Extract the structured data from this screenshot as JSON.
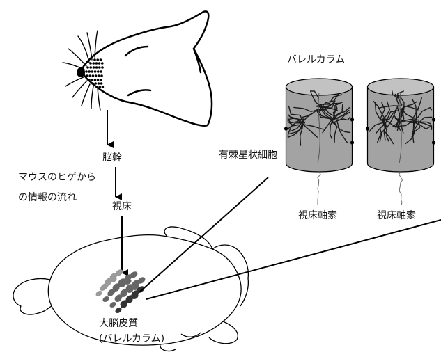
{
  "labels": {
    "brainstem": "脳幹",
    "info_line1": "マウスのヒゲから",
    "info_line2": "の情報の流れ",
    "thalamus": "視床",
    "barrel_title": "バレルカラム",
    "stellate": "有棘星状細胞",
    "axon_left": "視床軸索",
    "axon_right": "視床軸索",
    "cortex": "大脳皮質",
    "cortex_sub": "(バレルカラム)"
  },
  "colors": {
    "line": "#000000",
    "cylinder": "#a3a3a3",
    "cylinder_top": "#c2c2c2",
    "dendrite": "#1a1a1a",
    "axon": "#777777",
    "barrel_dark": "#333333",
    "barrel_mid": "#666666",
    "barrel_light": "#9a9a9a"
  }
}
